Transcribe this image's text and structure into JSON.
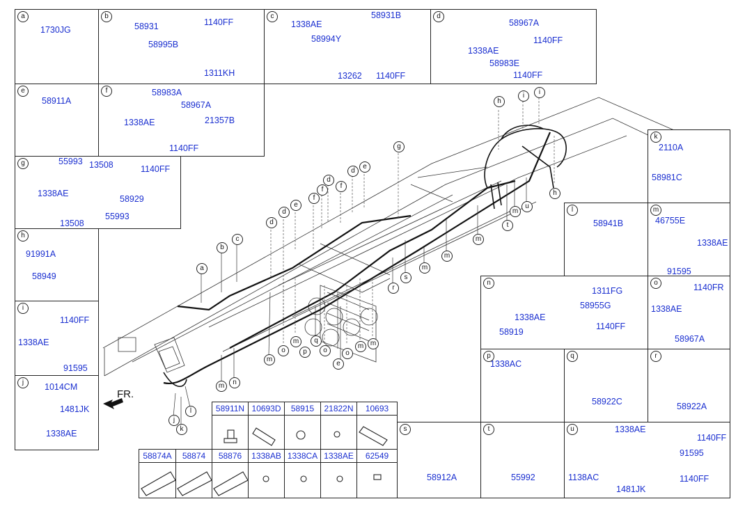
{
  "panels": {
    "a": {
      "letter": "a",
      "parts": [
        "1730JG"
      ]
    },
    "b": {
      "letter": "b",
      "parts": [
        "58931",
        "1140FF",
        "58995B",
        "1311KH"
      ]
    },
    "c": {
      "letter": "c",
      "parts": [
        "1338AE",
        "58931B",
        "58994Y",
        "13262",
        "1140FF"
      ]
    },
    "d": {
      "letter": "d",
      "parts": [
        "58967A",
        "1338AE",
        "1140FF",
        "58983E",
        "1140FF"
      ]
    },
    "e": {
      "letter": "e",
      "parts": [
        "58911A"
      ]
    },
    "f": {
      "letter": "f",
      "parts": [
        "58983A",
        "58967A",
        "1338AE",
        "21357B",
        "1140FF"
      ]
    },
    "g": {
      "letter": "g",
      "parts": [
        "55993",
        "13508",
        "1140FF",
        "1338AE",
        "58929",
        "13508",
        "55993"
      ]
    },
    "h": {
      "letter": "h",
      "parts": [
        "91991A",
        "58949"
      ]
    },
    "i": {
      "letter": "i",
      "parts": [
        "1140FF",
        "1338AE",
        "91595"
      ]
    },
    "j": {
      "letter": "j",
      "parts": [
        "1014CM",
        "1481JK",
        "1338AE"
      ]
    },
    "k": {
      "letter": "k",
      "parts": [
        "2110A",
        "58981C"
      ]
    },
    "l": {
      "letter": "l",
      "parts": [
        "58941B"
      ]
    },
    "m": {
      "letter": "m",
      "parts": [
        "46755E",
        "1338AE",
        "91595"
      ]
    },
    "n": {
      "letter": "n",
      "parts": [
        "1311FG",
        "1338AE",
        "58955G",
        "58919",
        "1140FF"
      ]
    },
    "o": {
      "letter": "o",
      "parts": [
        "1140FR",
        "1338AE",
        "58967A"
      ]
    },
    "p": {
      "letter": "p",
      "parts": [
        "1338AC"
      ]
    },
    "q": {
      "letter": "q",
      "parts": [
        "58922C"
      ]
    },
    "r": {
      "letter": "r",
      "parts": [
        "58922A"
      ]
    },
    "s": {
      "letter": "s",
      "parts": [
        "58912A"
      ]
    },
    "t": {
      "letter": "t",
      "parts": [
        "55992"
      ]
    },
    "u": {
      "letter": "u",
      "parts": [
        "1338AE",
        "1140FF",
        "91595",
        "1138AC",
        "1481JK",
        "1140FF"
      ]
    }
  },
  "table_top": [
    "58911N",
    "10693D",
    "58915",
    "21822N",
    "10693"
  ],
  "table_bottom": [
    "58874A",
    "58874",
    "58876",
    "1338AB",
    "1338CA",
    "1338AE",
    "62549"
  ],
  "front_label": "FR.",
  "callouts": [
    "a",
    "b",
    "c",
    "d",
    "e",
    "f",
    "f",
    "d",
    "e",
    "d",
    "e",
    "f",
    "f",
    "g",
    "h",
    "i",
    "i",
    "h",
    "m",
    "m",
    "m",
    "m",
    "m",
    "m",
    "m",
    "m",
    "m",
    "m",
    "o",
    "o",
    "o",
    "o",
    "p",
    "q",
    "r",
    "s",
    "t",
    "u",
    "l",
    "k",
    "j",
    "n",
    "e"
  ]
}
